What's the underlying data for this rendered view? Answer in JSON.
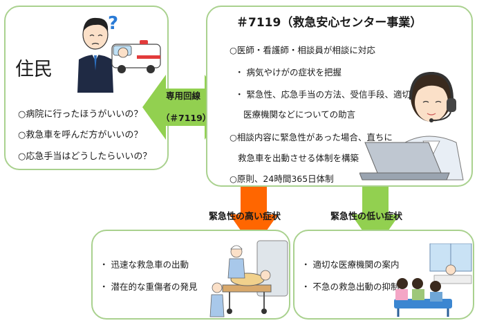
{
  "resident": {
    "title": "住民",
    "questions": [
      "○病院に行ったほうがいいの？",
      "○救急車を呼んだ方がいいの？",
      "○応急手当はどうしたらいいの？"
    ]
  },
  "connector": {
    "line1": "専用回線",
    "line2": "（＃7119）"
  },
  "center": {
    "title": "＃7119（救急安心センター事業）",
    "lines": [
      "○医師・看護師・相談員が相談に対応",
      "・ 病気やけがの症状を把握",
      "・ 緊急性、応急手当の方法、受信手段、適切な",
      "医療機関などについての助言",
      "○相談内容に緊急性があった場合、直ちに",
      "救急車を出動させる体制を構築",
      "○原則、24時間365日体制"
    ]
  },
  "high": {
    "label": "緊急性の高い症状",
    "items": [
      "・ 迅速な救急車の出動",
      "・ 潜在的な重傷者の発見"
    ]
  },
  "low": {
    "label": "緊急性の低い症状",
    "items": [
      "・ 適切な医療機関の案内",
      "・ 不急の救急出動の抑制"
    ]
  },
  "colors": {
    "box_border": "#a9d18e",
    "green_arrow": "#92d050",
    "orange_arrow": "#ff6600"
  },
  "icons": [
    "question-mark-icon",
    "ambulance-icon",
    "headset-operator-icon",
    "laptop-icon",
    "stretcher-icon",
    "waiting-room-icon"
  ]
}
